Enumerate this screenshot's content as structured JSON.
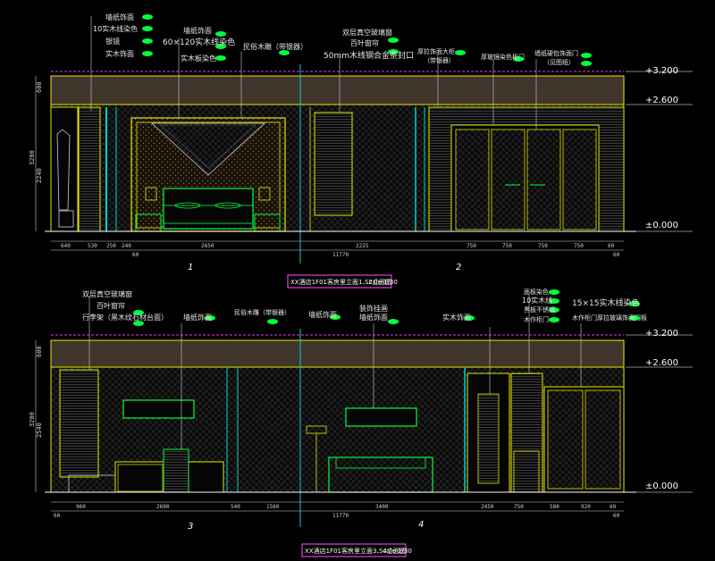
{
  "colors": {
    "background": "#000000",
    "yellow": "#e8e800",
    "green": "#00ff3c",
    "cyan": "#00d0d0",
    "magenta": "#e040e0",
    "white": "#ffffff",
    "hatch": "#7a6a52"
  },
  "elevation_1": {
    "labels": {
      "wall_soft": "墙纸饰面",
      "wood_line": "10实木线染色",
      "mirror": "银镜",
      "wood_panel": "实木饰面",
      "wall_soft2": "墙纸饰面",
      "wood_size": "60×120实木线染色",
      "wood_color": "实木板染色",
      "hang_deco": "民俗木雕（带银器）",
      "curtain": "双层真空玻璃窗",
      "blinds": "百叶窗帘",
      "alu_frame": "50mm木线钢合金条封口",
      "wardrobe": "厚拉饰面大柜",
      "wardrobe_sub": "（带银器）",
      "door_panel": "厚玻镜染色柜门",
      "wall_stripe": "墙纸硬包饰面门",
      "wall_stripe_sub": "（见图纸）"
    },
    "levels": [
      "+3.200",
      "+2.600",
      "±0.000"
    ],
    "left_dims": [
      "600",
      "3200",
      "2240"
    ],
    "bottom_dims": [
      "640",
      "530",
      "250",
      "240",
      "2650",
      "2225",
      "750",
      "750",
      "750",
      "750",
      "60"
    ],
    "total_dims": [
      "60",
      "11770",
      "60"
    ],
    "view_numbers": [
      "1",
      "2"
    ],
    "title": "XX酒店1F01客房里立面1、2立面图",
    "scale": "Scale 1/30"
  },
  "elevation_2": {
    "labels": {
      "curtain": "双层真空玻璃窗",
      "blinds": "百叶窗帘",
      "desk": "行李架（黑木纹石材台面）",
      "wall_soft": "墙纸饰面",
      "hang_deco": "民俗木雕（带银器）",
      "wall_soft2": "墙纸饰面",
      "painting": "装饰挂画",
      "wall_soft3": "墙纸饰面",
      "wood_panel": "实木饰面",
      "paint_tv": "面板染色",
      "wood_line": "10实木线",
      "black_cabinet": "黑板不锈钢",
      "wood_door": "木作柜门",
      "wood_size": "15×15实木线染色",
      "wardrobe_door": "木作柜门厚拉玻璃饰面门板"
    },
    "levels": [
      "+3.200",
      "+2.600",
      "±0.000"
    ],
    "left_dims": [
      "600",
      "3200",
      "2540"
    ],
    "bottom_dims": [
      "960",
      "2690",
      "540",
      "1560",
      "3400",
      "2450",
      "750",
      "580",
      "920",
      "60"
    ],
    "total_dims": [
      "60",
      "11770",
      "60"
    ],
    "view_numbers": [
      "3",
      "4"
    ],
    "title": "XX酒店1F01客房里立面3、4立面图",
    "scale": "Scale 1/30"
  }
}
